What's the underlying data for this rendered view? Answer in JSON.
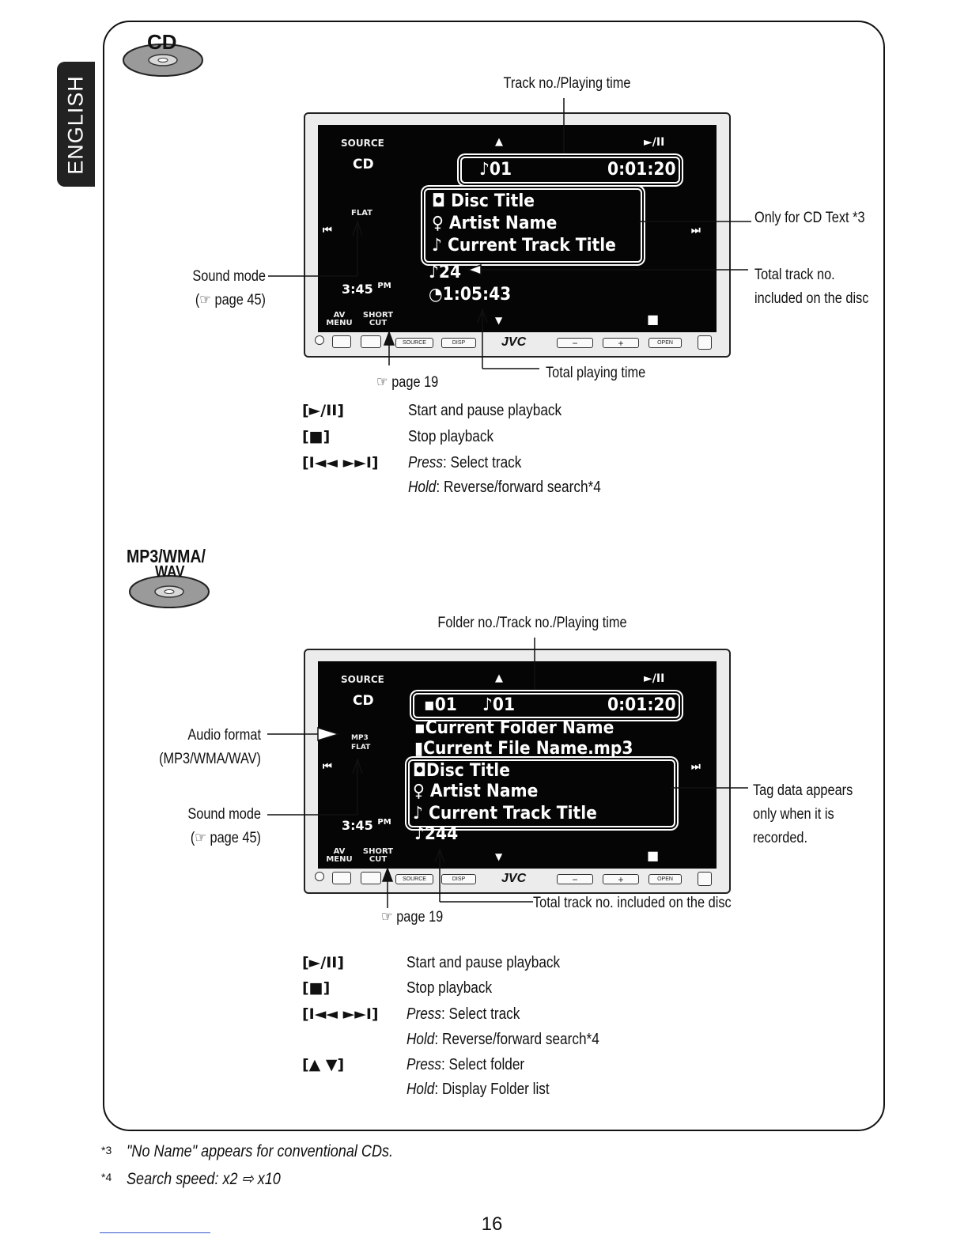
{
  "side_tab": "ENGLISH",
  "cd_section": {
    "disc_label": "CD",
    "top_callout": "Track no./Playing time",
    "screen": {
      "source_label": "SOURCE",
      "source_value": "CD",
      "up_arrow": "▲",
      "play_pause": "►/II",
      "track": "♪01",
      "time": "0:01:20",
      "disc_title": "Disc Title",
      "artist": "Artist Name",
      "track_title": "Current Track Title",
      "sound_mode": "FLAT",
      "prev": "⏮",
      "next": "⏭",
      "total_tracks": "♪24",
      "total_time": "1:05:43",
      "clock": "3:45",
      "clock_suffix": "PM",
      "av_menu": "AV MENU",
      "short_cut": "SHORT CUT",
      "down_arrow": "▼",
      "stop": "■",
      "brand": "JVC",
      "btn_source": "SOURCE",
      "btn_disp": "DISP",
      "btn_open": "OPEN",
      "btn_minus": "−",
      "btn_plus": "+"
    },
    "callouts": {
      "cd_text": "Only for CD Text *3",
      "total_track_1": "Total track no.",
      "total_track_2": "included on the disc",
      "sound_mode": "Sound mode",
      "sound_mode_ref": "(☞ page 45)",
      "page19": "☞ page 19",
      "total_time": "Total playing time"
    },
    "controls": [
      {
        "key": "[►/II]",
        "desc": "Start and pause playback"
      },
      {
        "key": "[■]",
        "desc": "Stop playback"
      },
      {
        "key": "[I◄◄ ►►I]",
        "desc_prefix": "Press",
        "desc": ": Select track"
      },
      {
        "key": "",
        "desc_prefix": "Hold",
        "desc": ": Reverse/forward search*4"
      }
    ]
  },
  "mp3_section": {
    "disc_label_1": "MP3/WMA/",
    "disc_label_2": "WAV",
    "top_callout": "Folder no./Track no./Playing time",
    "screen": {
      "source_label": "SOURCE",
      "source_value": "CD",
      "up_arrow": "▲",
      "play_pause": "►/II",
      "folder": "01",
      "track": "♪01",
      "time": "0:01:20",
      "folder_name": "Current Folder Name",
      "file_name": "Current File Name.mp3",
      "disc_title": "Disc Title",
      "artist": "Artist Name",
      "track_title": "Current Track Title",
      "format": "MP3",
      "sound_mode": "FLAT",
      "prev": "⏮",
      "next": "⏭",
      "total_tracks": "♪244",
      "clock": "3:45",
      "clock_suffix": "PM",
      "av_menu": "AV MENU",
      "short_cut": "SHORT CUT",
      "down_arrow": "▼",
      "stop": "■",
      "brand": "JVC",
      "btn_source": "SOURCE",
      "btn_disp": "DISP",
      "btn_open": "OPEN",
      "btn_minus": "−",
      "btn_plus": "+"
    },
    "callouts": {
      "audio_format": "Audio format",
      "audio_format_types": "(MP3/WMA/WAV)",
      "sound_mode": "Sound mode",
      "sound_mode_ref": "(☞ page 45)",
      "tag_1": "Tag data appears",
      "tag_2": "only when it is",
      "tag_3": "recorded.",
      "page19": "☞ page 19",
      "total_tracks": "Total track no. included on the disc"
    },
    "controls": [
      {
        "key": "[►/II]",
        "desc": "Start and pause playback"
      },
      {
        "key": "[■]",
        "desc": "Stop playback"
      },
      {
        "key": "[I◄◄ ►►I]",
        "desc_prefix": "Press",
        "desc": ": Select track"
      },
      {
        "key": "",
        "desc_prefix": "Hold",
        "desc": ": Reverse/forward search*4"
      },
      {
        "key": "[▲ ▼]",
        "desc_prefix": "Press",
        "desc": ": Select folder"
      },
      {
        "key": "",
        "desc_prefix": "Hold",
        "desc": ": Display Folder list"
      }
    ]
  },
  "footnotes": [
    {
      "mark": "*3",
      "text": "\"No Name\" appears for conventional CDs."
    },
    {
      "mark": "*4",
      "text": "Search speed: x2 ⇨ x10"
    }
  ],
  "page_number": "16"
}
